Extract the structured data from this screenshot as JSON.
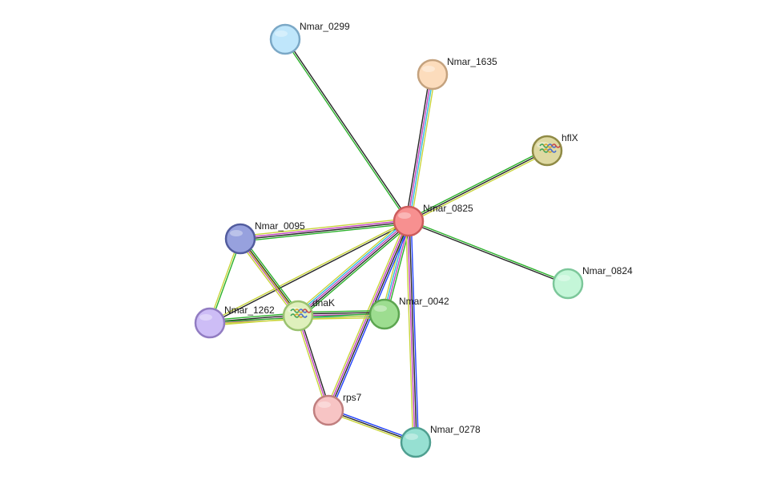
{
  "colors": {
    "neighborhood": "#2bb12b",
    "coexpression": "#262626",
    "cooccurrence": "#2040ff",
    "experiments": "#c040c0",
    "textmining": "#c8d43a",
    "databases": "#2fb8e0"
  },
  "nodes": [
    {
      "id": "Nmar_0825",
      "label": "Nmar_0825",
      "fill": "#f79090",
      "stroke": "#cc5c5c",
      "query": true
    },
    {
      "id": "Nmar_0299",
      "label": "Nmar_0299",
      "fill": "#bfe6fb",
      "stroke": "#7ba8c6"
    },
    {
      "id": "Nmar_1635",
      "label": "Nmar_1635",
      "fill": "#fcdcbc",
      "stroke": "#c4a27e"
    },
    {
      "id": "hflX",
      "label": "hflX",
      "fill": "#ded9a2",
      "stroke": "#8f8a45",
      "structure": true
    },
    {
      "id": "Nmar_0824",
      "label": "Nmar_0824",
      "fill": "#c4f6d8",
      "stroke": "#7cc79a"
    },
    {
      "id": "Nmar_0095",
      "label": "Nmar_0095",
      "fill": "#97a1de",
      "stroke": "#525c9e"
    },
    {
      "id": "Nmar_1262",
      "label": "Nmar_1262",
      "fill": "#cdbdf6",
      "stroke": "#917cc2"
    },
    {
      "id": "dnaK",
      "label": "dnaK",
      "fill": "#dff0bc",
      "stroke": "#9ac270",
      "structure": true
    },
    {
      "id": "Nmar_0042",
      "label": "Nmar_0042",
      "fill": "#9ddd90",
      "stroke": "#5ca550"
    },
    {
      "id": "rps7",
      "label": "rps7",
      "fill": "#f7c4c4",
      "stroke": "#c07f7f"
    },
    {
      "id": "Nmar_0278",
      "label": "Nmar_0278",
      "fill": "#96e0d2",
      "stroke": "#4f9f90"
    }
  ],
  "edges": [
    {
      "source": "Nmar_0825",
      "target": "Nmar_0299",
      "evidence": [
        "neighborhood",
        "coexpression"
      ]
    },
    {
      "source": "Nmar_0825",
      "target": "Nmar_1635",
      "evidence": [
        "coexpression",
        "experiments",
        "databases",
        "textmining"
      ]
    },
    {
      "source": "Nmar_0825",
      "target": "hflX",
      "evidence": [
        "neighborhood",
        "coexpression",
        "textmining"
      ]
    },
    {
      "source": "Nmar_0825",
      "target": "Nmar_0824",
      "evidence": [
        "neighborhood",
        "coexpression"
      ]
    },
    {
      "source": "Nmar_0825",
      "target": "Nmar_0095",
      "evidence": [
        "neighborhood",
        "coexpression",
        "experiments",
        "textmining"
      ]
    },
    {
      "source": "Nmar_0825",
      "target": "Nmar_1262",
      "evidence": [
        "coexpression",
        "textmining"
      ]
    },
    {
      "source": "Nmar_0825",
      "target": "dnaK",
      "evidence": [
        "neighborhood",
        "coexpression",
        "experiments",
        "databases",
        "textmining"
      ]
    },
    {
      "source": "Nmar_0825",
      "target": "Nmar_0042",
      "evidence": [
        "neighborhood",
        "experiments",
        "databases",
        "textmining"
      ]
    },
    {
      "source": "Nmar_0825",
      "target": "rps7",
      "evidence": [
        "cooccurrence",
        "coexpression",
        "experiments",
        "textmining"
      ]
    },
    {
      "source": "Nmar_0825",
      "target": "Nmar_0278",
      "evidence": [
        "cooccurrence",
        "coexpression",
        "experiments",
        "textmining"
      ]
    },
    {
      "source": "Nmar_0095",
      "target": "Nmar_1262",
      "evidence": [
        "neighborhood",
        "textmining"
      ]
    },
    {
      "source": "Nmar_0095",
      "target": "dnaK",
      "evidence": [
        "neighborhood",
        "coexpression",
        "experiments",
        "textmining"
      ]
    },
    {
      "source": "Nmar_1262",
      "target": "dnaK",
      "evidence": [
        "neighborhood",
        "coexpression",
        "experiments",
        "textmining"
      ]
    },
    {
      "source": "dnaK",
      "target": "Nmar_0042",
      "evidence": [
        "neighborhood",
        "coexpression",
        "experiments",
        "databases",
        "textmining"
      ]
    },
    {
      "source": "Nmar_1262",
      "target": "Nmar_0042",
      "evidence": [
        "neighborhood",
        "textmining"
      ]
    },
    {
      "source": "dnaK",
      "target": "rps7",
      "evidence": [
        "coexpression",
        "experiments",
        "textmining"
      ]
    },
    {
      "source": "dnaK",
      "target": "Nmar_0095",
      "evidence": [
        "textmining"
      ]
    },
    {
      "source": "rps7",
      "target": "Nmar_0278",
      "evidence": [
        "cooccurrence",
        "coexpression",
        "textmining"
      ]
    }
  ]
}
